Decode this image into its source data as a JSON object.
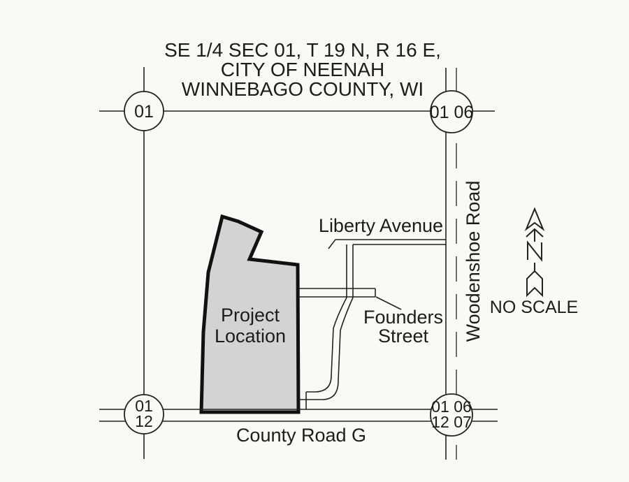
{
  "map": {
    "title_lines": [
      "SE 1/4 SEC 01, T 19 N, R 16 E,",
      "CITY OF NEENAH",
      "WINNEBAGO COUNTY, WI"
    ],
    "section_markers": {
      "nw": {
        "label": "01"
      },
      "ne": {
        "label": "01 06"
      },
      "sw": {
        "line1": "01",
        "line2": "12"
      },
      "se": {
        "line1": "01 06",
        "line2": "12 07"
      }
    },
    "roads": {
      "liberty_avenue": "Liberty Avenue",
      "woodenshoe_road": "Woodenshoe Road",
      "founders_line1": "Founders",
      "founders_line2": "Street",
      "county_road_g": "County Road G"
    },
    "project": {
      "label_line1": "Project",
      "label_line2": "Location"
    },
    "north_arrow": {
      "scale_note": "NO SCALE"
    },
    "colors": {
      "background": "#faf9f5",
      "line": "#222222",
      "text": "#1c1c1c",
      "project_fill": "#d3d3d3",
      "project_outline": "#111111"
    }
  }
}
